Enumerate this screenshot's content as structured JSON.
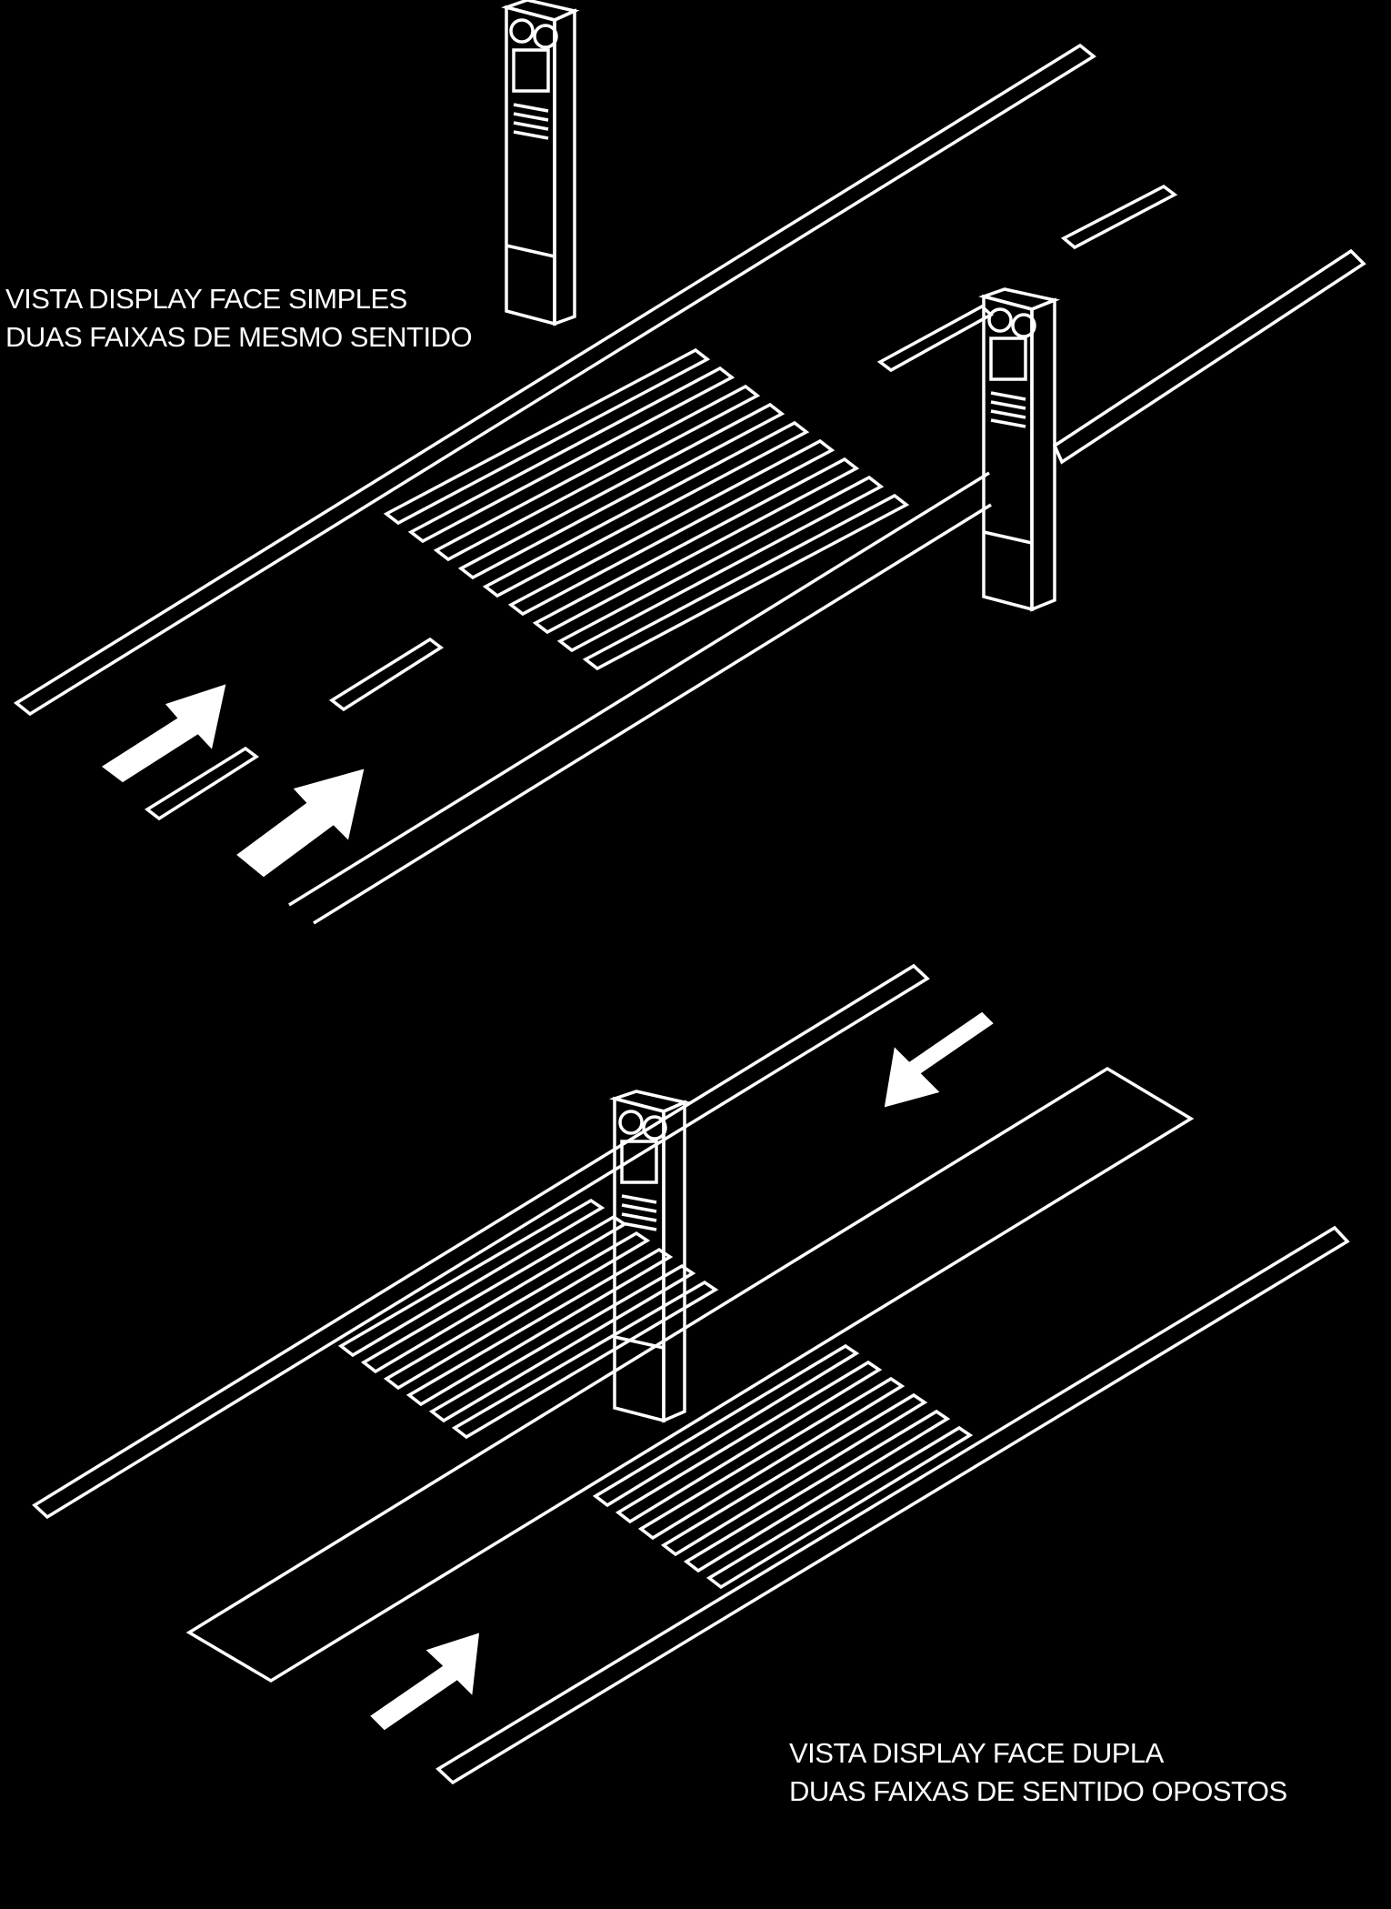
{
  "captions": {
    "top": {
      "line1": "VISTA DISPLAY FACE SIMPLES",
      "line2": "DUAS FAIXAS DE MESMO SENTIDO"
    },
    "bottom": {
      "line1": "VISTA DISPLAY FACE DUPLA",
      "line2": "DUAS FAIXAS DE SENTIDO OPOSTOS"
    }
  },
  "colors": {
    "background": "#000000",
    "lines": "#ffffff"
  },
  "icons": [
    "traffic-direction-arrow",
    "display-totem"
  ]
}
